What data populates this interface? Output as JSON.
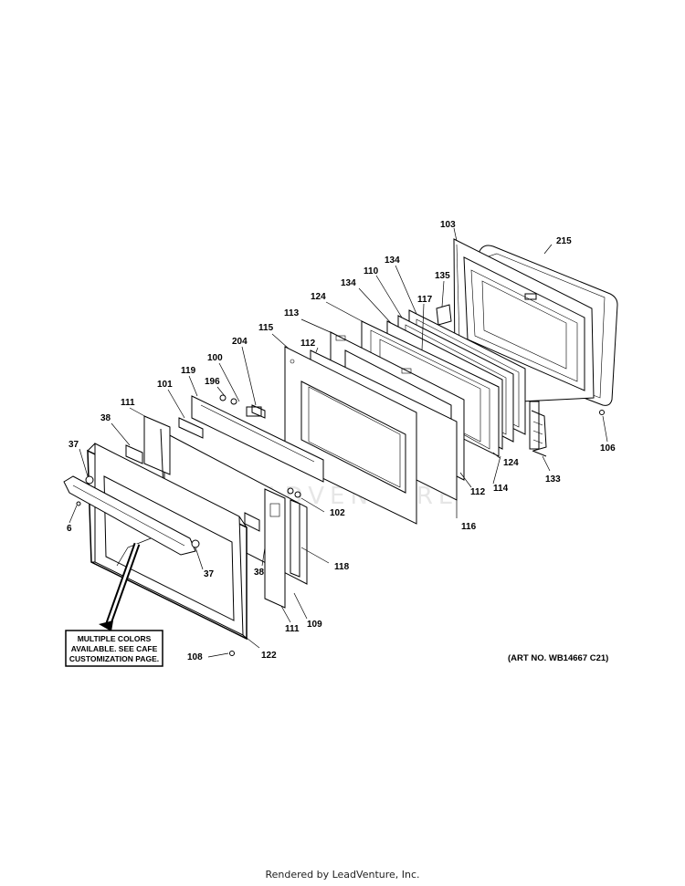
{
  "diagram": {
    "note_lines": [
      "MULTIPLE COLORS",
      "AVAILABLE. SEE CAFE",
      "CUSTOMIZATION PAGE."
    ],
    "art_number": "(ART NO. WB14667 C21)",
    "watermark": "LEADVENTURE",
    "callouts": [
      "103",
      "215",
      "134",
      "135",
      "110",
      "134",
      "117",
      "124",
      "113",
      "115",
      "112",
      "204",
      "100",
      "196",
      "119",
      "101",
      "111",
      "38",
      "37",
      "6",
      "37",
      "38",
      "102",
      "118",
      "111",
      "109",
      "122",
      "108",
      "124",
      "114",
      "112",
      "116",
      "133",
      "106"
    ]
  },
  "footer": {
    "text": "Rendered by LeadVenture, Inc."
  }
}
